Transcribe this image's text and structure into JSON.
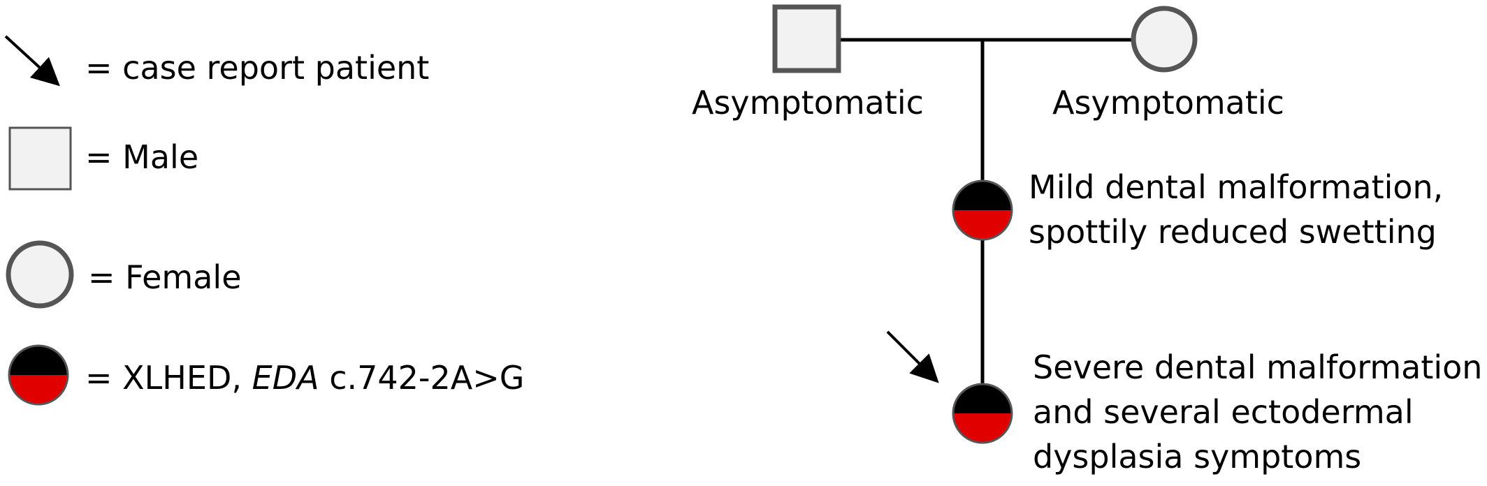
{
  "legend": {
    "arrow_text": "= case report patient",
    "male_text": "= Male",
    "female_text": "= Female",
    "affected_prefix": "= XLHED, ",
    "affected_gene": "EDA",
    "affected_suffix": " c.742-2A>G"
  },
  "pedigree": {
    "father_label": "Asymptomatic",
    "mother_label": "Asymptomatic",
    "daughter_label": [
      "Mild dental malformation,",
      "spottily reduced swetting"
    ],
    "proband_label": [
      "Severe dental malformation",
      "and several ectodermal",
      "dysplasia symptoms"
    ]
  },
  "colors": {
    "affected_top": "#000000",
    "affected_bottom": "#e00000",
    "unaffected_fill": "#f2f2f2",
    "symbol_stroke": "#555555",
    "line": "#000000"
  }
}
